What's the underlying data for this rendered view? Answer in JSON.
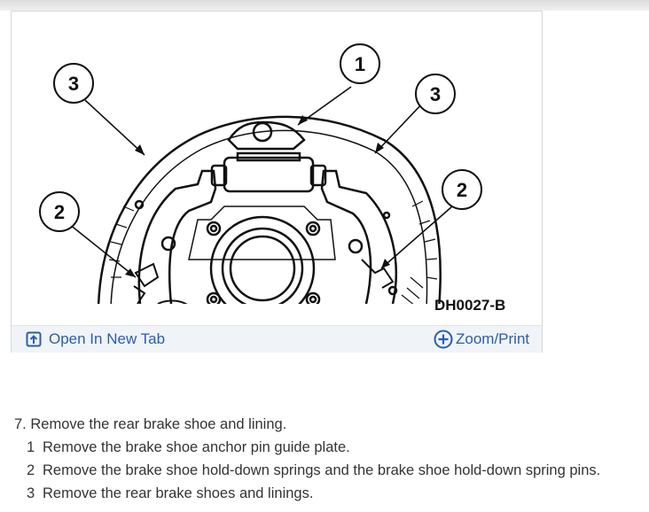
{
  "figure": {
    "code": "DH0027-B",
    "callouts": [
      "1",
      "2",
      "3",
      "2",
      "3"
    ]
  },
  "toolbar": {
    "open_label": "Open In New Tab",
    "zoom_label": "Zoom/Print",
    "open_icon": "open-in-new-tab-icon",
    "zoom_icon": "plus-circle-icon",
    "link_color": "#2a5ea8"
  },
  "instructions": {
    "step": {
      "number": "7.",
      "text": "Remove the rear brake shoe and lining."
    },
    "substeps": [
      {
        "number": "1",
        "text": "Remove the brake shoe anchor pin guide plate."
      },
      {
        "number": "2",
        "text": "Remove the brake shoe hold-down springs and the brake shoe hold-down spring pins."
      },
      {
        "number": "3",
        "text": "Remove the rear brake shoes and linings."
      }
    ]
  }
}
